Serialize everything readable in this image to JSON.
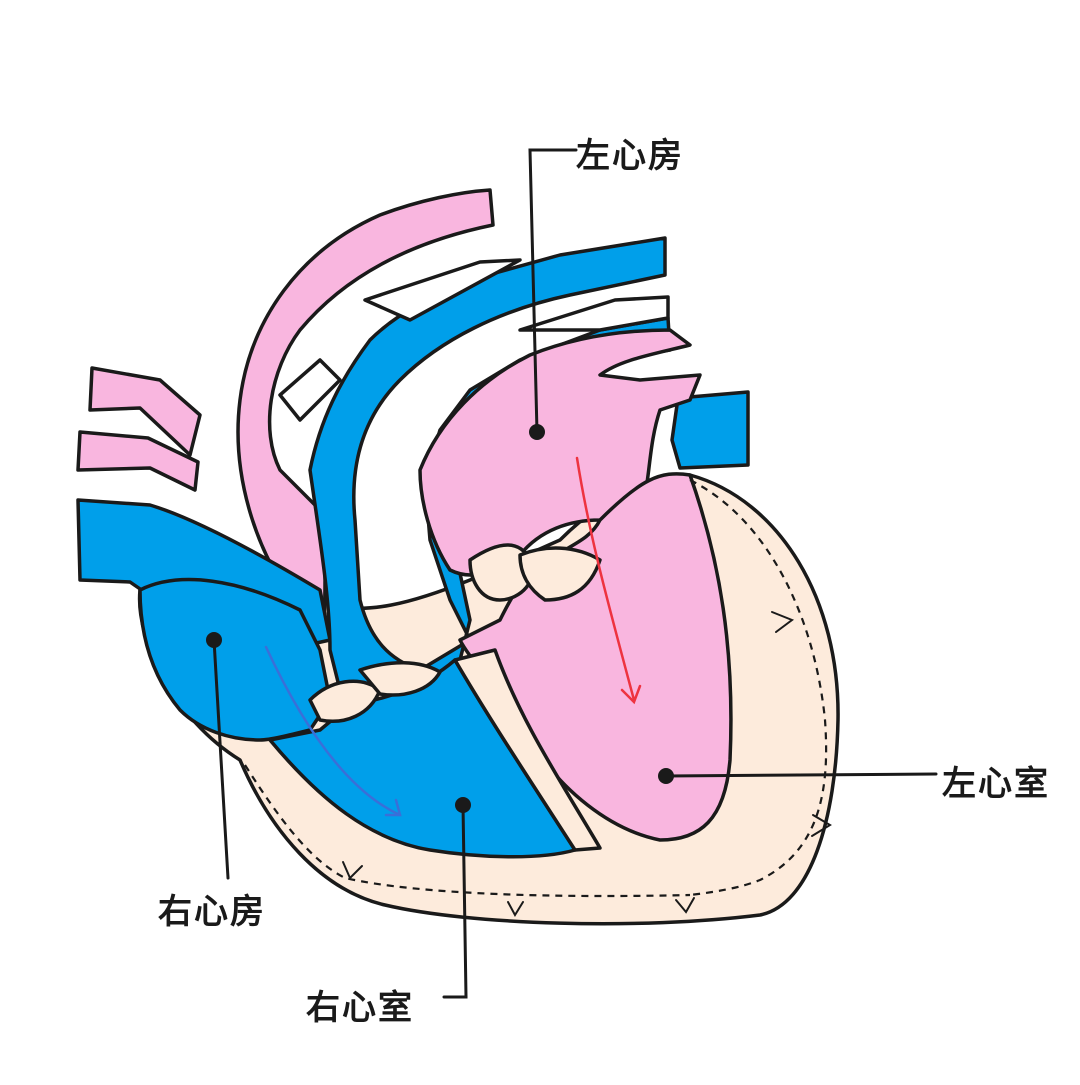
{
  "labels": {
    "left_atrium": "左心房",
    "left_ventricle": "左心室",
    "right_atrium": "右心房",
    "right_ventricle": "右心室"
  },
  "colors": {
    "arterial_blood": "#f9b6df",
    "venous_blood": "#009fea",
    "muscle_wall": "#fdebdc",
    "outline": "#1a1a1a",
    "left_flow_arrow": "#ee3340",
    "right_flow_arrow": "#3a6fd8"
  }
}
